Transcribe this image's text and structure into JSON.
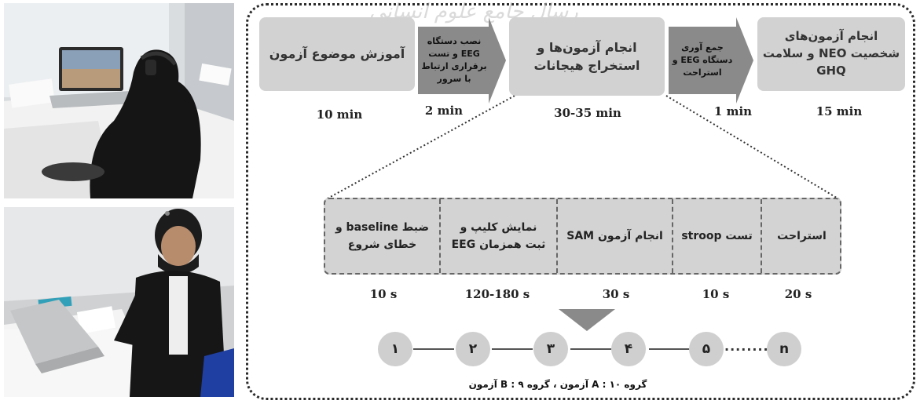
{
  "photos": [
    {
      "name": "participant-female-photo"
    },
    {
      "name": "participant-male-photo"
    }
  ],
  "watermark": "رسال جامع علوم انسانی",
  "top_steps": [
    {
      "label": "انجام آزمون‌های شخصیت NEO و سلامت GHQ",
      "time": "15 min"
    },
    {
      "label": "جمع آوری دستگاه EEG و استراحت",
      "time": "1 min"
    },
    {
      "label": "انجام آزمون‌ها و استخراج هیجانات",
      "time": "30-35 min"
    },
    {
      "label": "نصب دستگاه EEG و تست برقراری ارتباط با سرور",
      "time": "2 min"
    },
    {
      "label": "آموزش موضوع آزمون",
      "time": "10 min"
    }
  ],
  "sub_steps": [
    {
      "label": "استراحت",
      "time": "20 s"
    },
    {
      "label": "تست stroop",
      "time": "10 s"
    },
    {
      "label": "انجام آزمون SAM",
      "time": "30 s"
    },
    {
      "label": "نمایش کلیپ و ثبت همزمان EEG",
      "time": "120-180 s"
    },
    {
      "label": "ضبط baseline و خطای شروع",
      "time": "10 s"
    }
  ],
  "sequence": [
    "۱",
    "۲",
    "۳",
    "۴",
    "۵",
    "n"
  ],
  "sequence_ellipsis": "........",
  "group_note": "گروه A : ۱۰ آزمون ، گروه B : ۹ آزمون"
}
